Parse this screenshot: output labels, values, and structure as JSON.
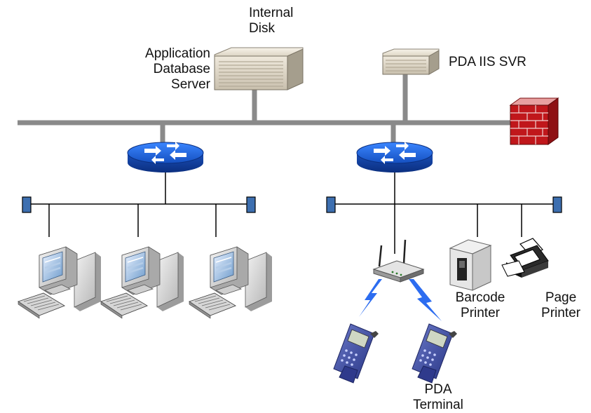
{
  "labels": {
    "internal_disk": [
      "Internal",
      "Disk"
    ],
    "app_db_server": [
      "Application",
      "Database",
      "Server"
    ],
    "pda_iis_svr": "PDA IIS SVR",
    "barcode_printer": [
      "Barcode",
      "Printer"
    ],
    "page_printer": [
      "Page",
      "Printer"
    ],
    "pda_terminal": [
      "PDA",
      "Terminal"
    ]
  },
  "icons": {
    "server": "server-icon",
    "firewall": "firewall-icon",
    "router": "router-icon",
    "workstation": "workstation-icon",
    "access_point": "wireless-access-point-icon",
    "barcode_printer": "barcode-printer-icon",
    "page_printer": "page-printer-icon",
    "pda": "pda-terminal-icon",
    "wireless": "wireless-signal-icon"
  },
  "colors": {
    "backbone": "#8a8a8a",
    "lan_line": "#000000",
    "router_blue": "#1a5fd6",
    "firewall_red": "#c0171b",
    "terminator": "#3d6fb0",
    "lightning": "#2c6cf0",
    "server_body": "#d9d2c2"
  }
}
